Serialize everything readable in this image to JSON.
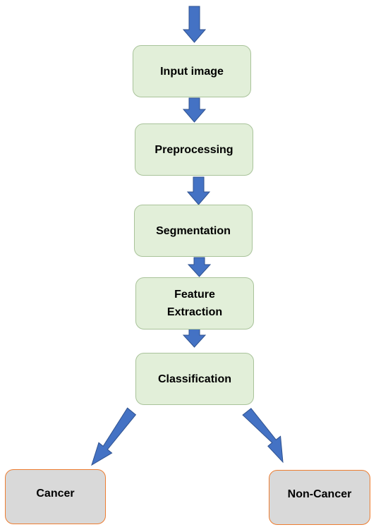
{
  "steps": [
    {
      "label": "Input image"
    },
    {
      "label": "Preprocessing"
    },
    {
      "label": "Segmentation"
    },
    {
      "label": "Feature Extraction"
    },
    {
      "label": "Classification"
    }
  ],
  "outcomes": [
    {
      "label": "Cancer"
    },
    {
      "label": "Non-Cancer"
    }
  ],
  "colors": {
    "arrow_fill": "#4472c4",
    "arrow_stroke": "#2f528f",
    "step_fill": "#e2efd9",
    "step_border": "#a9c39a",
    "outcome_fill": "#d9d9d9",
    "outcome_border": "#ed7d31"
  }
}
